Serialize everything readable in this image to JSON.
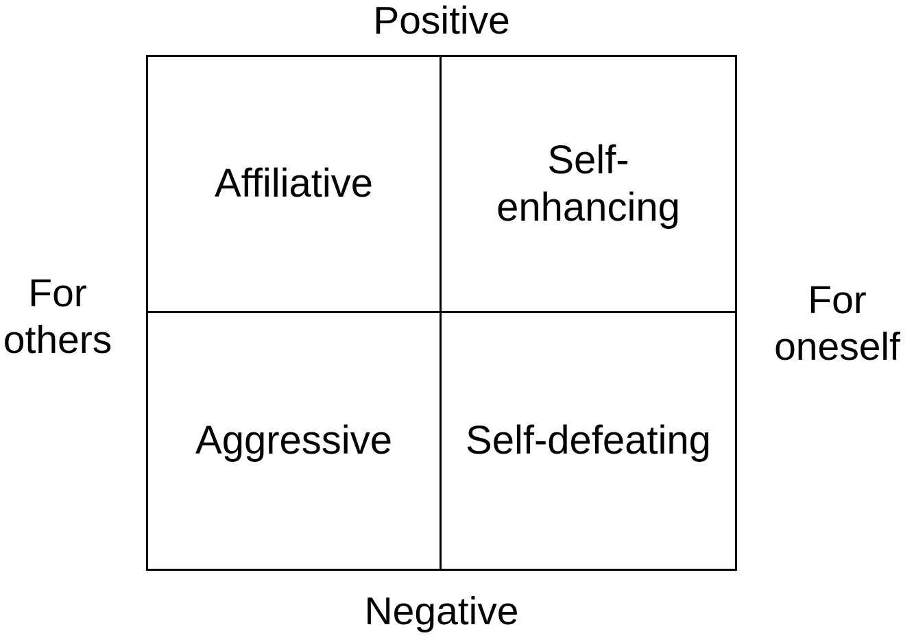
{
  "diagram": {
    "axes": {
      "top": "Positive",
      "bottom": "Negative",
      "left": "For\nothers",
      "right": "For\noneself"
    },
    "quadrants": {
      "top_left": "Affiliative",
      "top_right": "Self-\nenhancing",
      "bottom_left": "Aggressive",
      "bottom_right": "Self-defeating"
    },
    "colors": {
      "background": "#ffffff",
      "line": "#000000",
      "text": "#000000"
    }
  }
}
